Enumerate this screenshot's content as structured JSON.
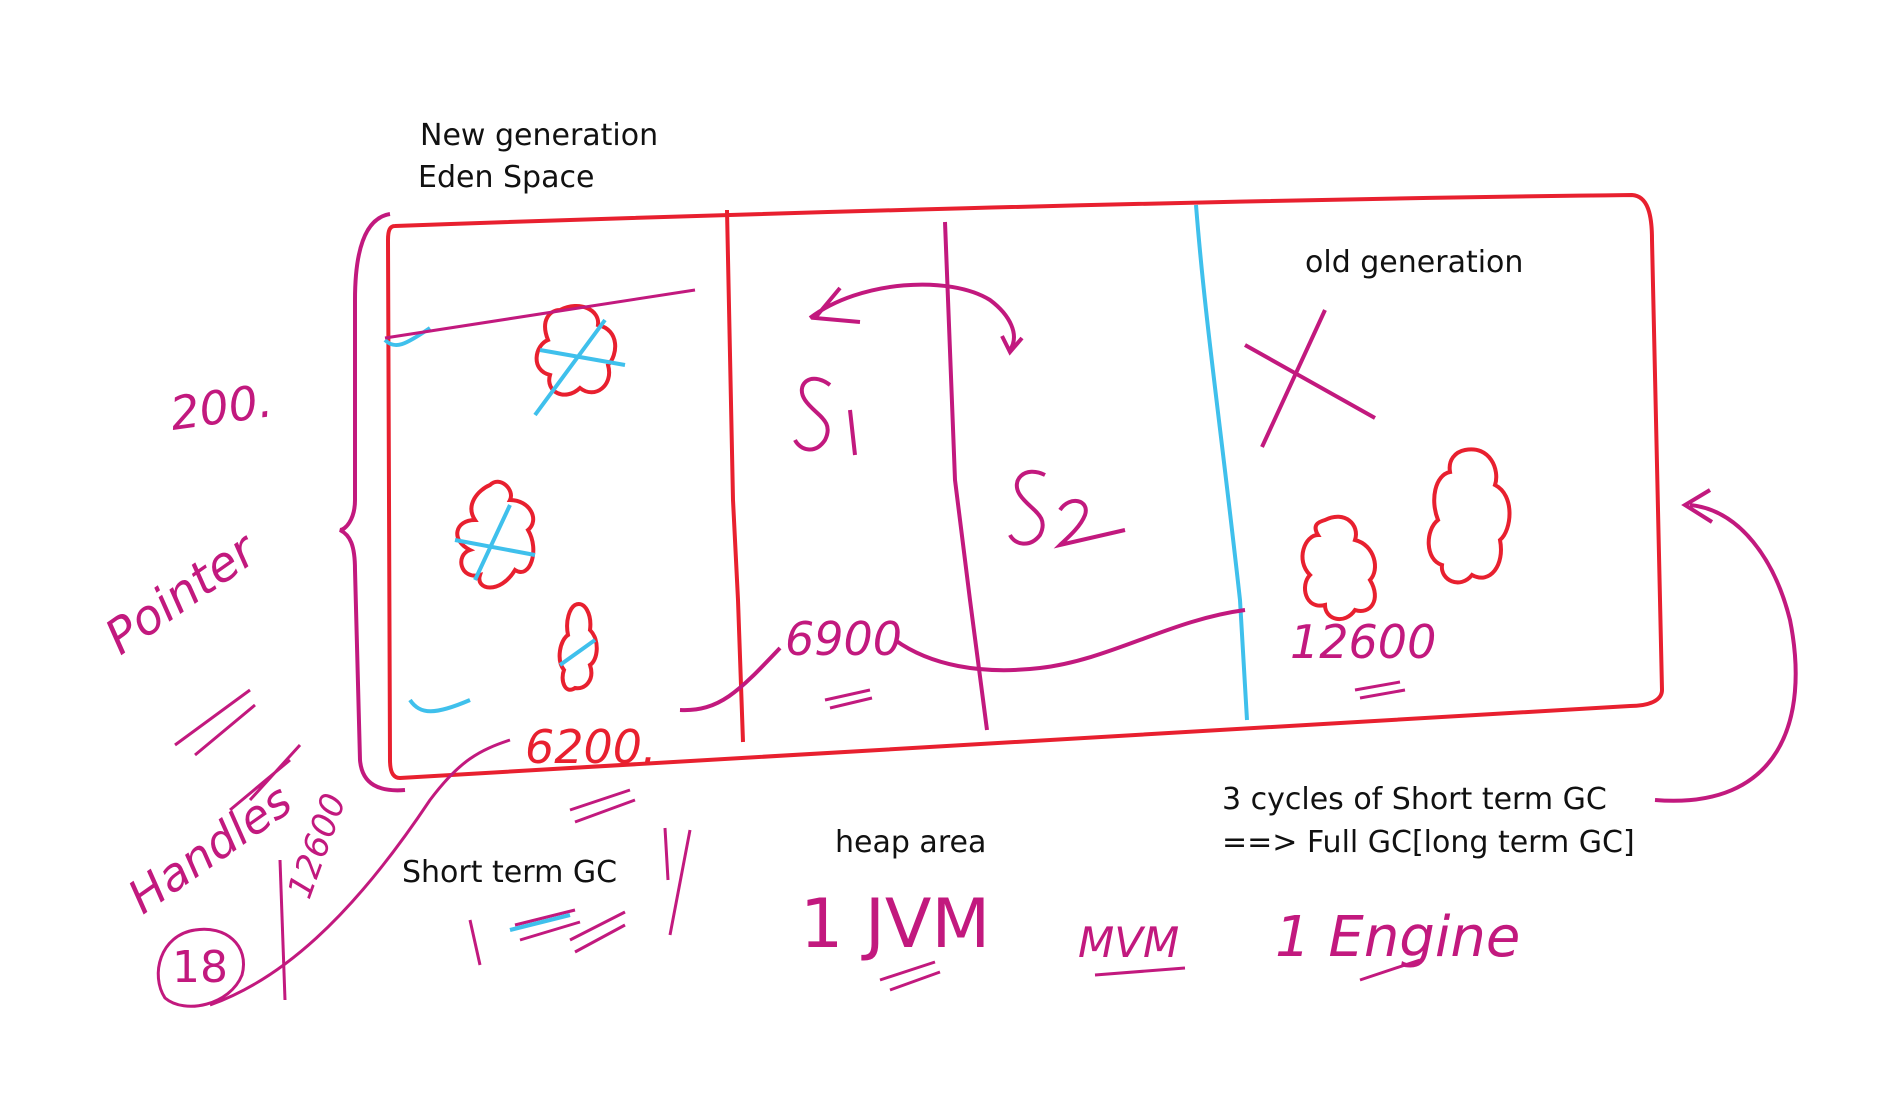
{
  "colors": {
    "red": "#e8202f",
    "magenta": "#c2197e",
    "blue": "#3fc0ec",
    "black": "#111111"
  },
  "heap": {
    "eden_title_line1": "New generation",
    "eden_title_line2": "Eden Space",
    "old_title": "old generation",
    "s1_label": "S1",
    "s2_label": "S2",
    "eden_count": "6200.",
    "s1_count": "6900",
    "old_count": "12600"
  },
  "notes": {
    "short_term_gc": "Short term GC",
    "heap_area": "heap area",
    "full_gc_line1": "3 cycles of Short term GC",
    "full_gc_line2": "==> Full GC[long term GC]",
    "scribble_200": "200.",
    "scribble_pointer": "Pointer",
    "scribble_handles": "Handles",
    "scribble_18": "18",
    "scribble_12600": "12600",
    "scribble_1jvm": "1 JVM",
    "scribble_mvm": "MVM",
    "scribble_1engine": "1 Engine"
  }
}
